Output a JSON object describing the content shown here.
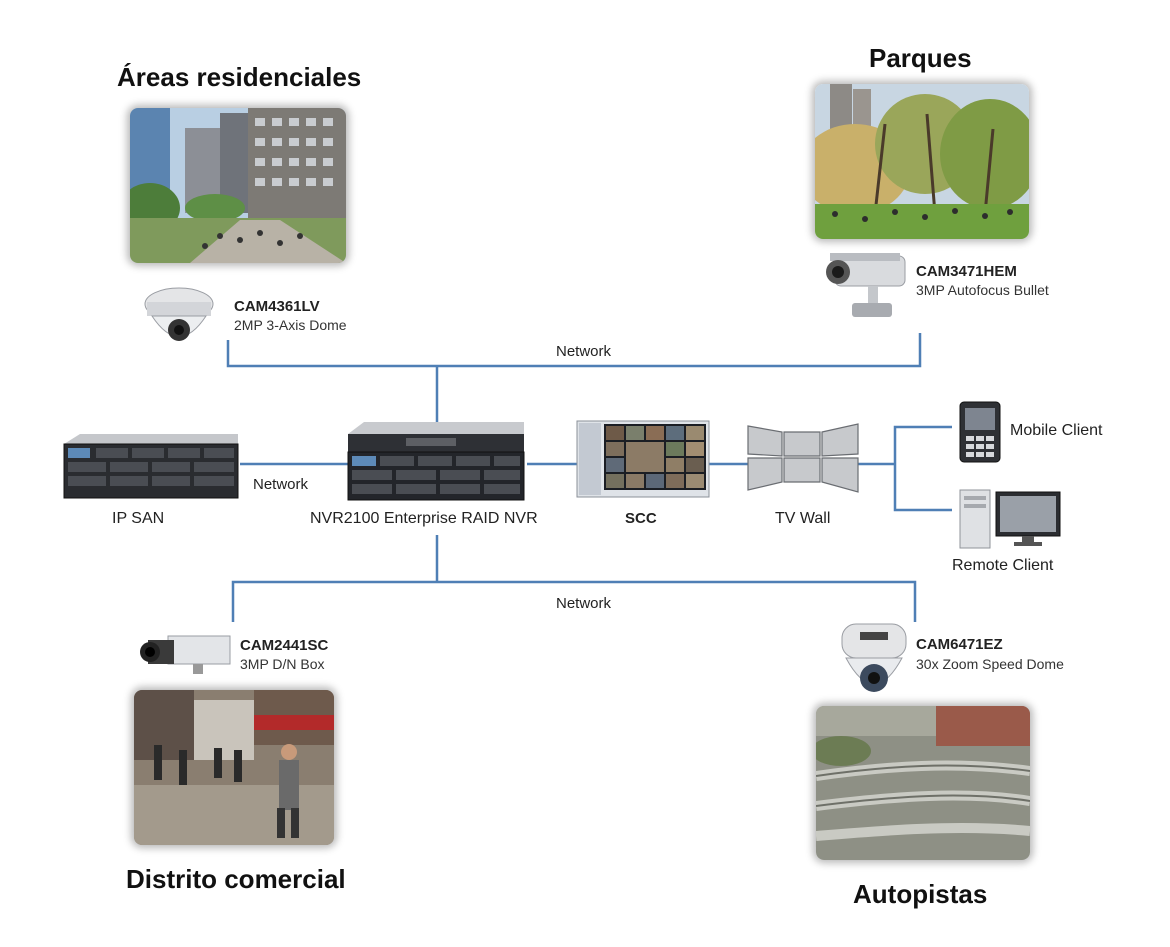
{
  "headings": {
    "residential": "Áreas residenciales",
    "parks": "Parques",
    "commercial": "Distrito comercial",
    "highways": "Autopistas"
  },
  "cameras": [
    {
      "model": "CAM4361LV",
      "desc": "2MP 3-Axis Dome",
      "icon": "dome-camera-icon"
    },
    {
      "model": "CAM3471HEM",
      "desc": "3MP Autofocus Bullet",
      "icon": "bullet-camera-icon"
    },
    {
      "model": "CAM2441SC",
      "desc": "3MP D/N Box",
      "icon": "box-camera-icon"
    },
    {
      "model": "CAM6471EZ",
      "desc": "30x Zoom Speed Dome",
      "icon": "speed-dome-camera-icon"
    }
  ],
  "network_labels": {
    "top": "Network",
    "middle": "Network",
    "bottom": "Network"
  },
  "devices": {
    "ip_san": "IP SAN",
    "nvr": "NVR2100 Enterprise RAID NVR",
    "scc": "SCC",
    "tv_wall": "TV Wall",
    "mobile_client": "Mobile Client",
    "remote_client": "Remote Client"
  },
  "colors": {
    "line": "#4f7fb5"
  }
}
